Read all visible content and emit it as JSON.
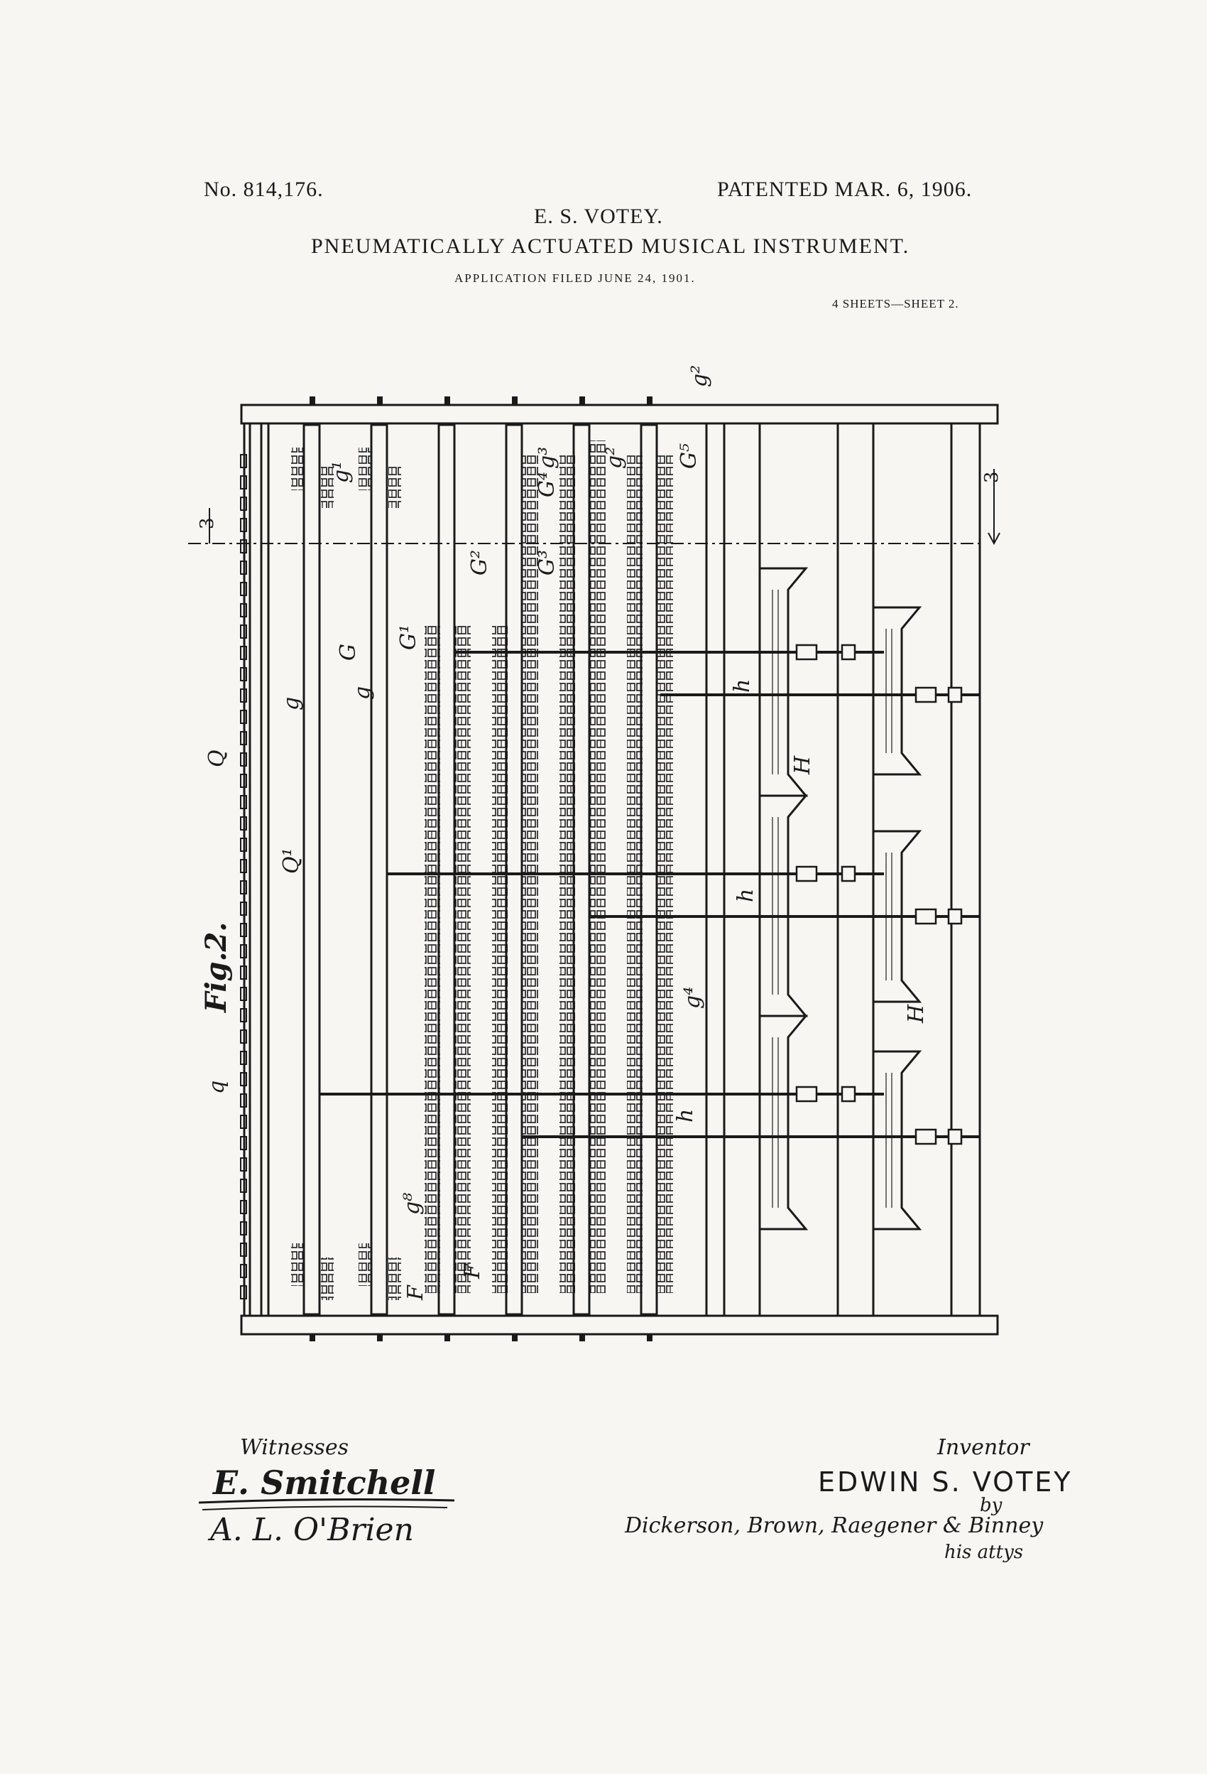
{
  "header": {
    "patent_number": "No. 814,176.",
    "patented_date": "PATENTED MAR. 6, 1906.",
    "inventor": "E. S. VOTEY.",
    "title": "PNEUMATICALLY ACTUATED MUSICAL INSTRUMENT.",
    "application": "APPLICATION FILED JUNE 24, 1901.",
    "sheets": "4 SHEETS—SHEET 2."
  },
  "figure": {
    "label": "Fig.2.",
    "section_marks": [
      "3",
      "3"
    ],
    "reference_labels": {
      "g2_top": "g²",
      "g1": "g¹",
      "g3": "g³",
      "G4_top": "G⁴",
      "G5": "G⁵",
      "g2": "g²",
      "G2": "G²",
      "G3": "G³",
      "G1": "G¹",
      "G": "G",
      "g_upper": "g",
      "g_lower": "g",
      "Q": "Q",
      "Q1": "Q¹",
      "q": "q",
      "H_upper": "H",
      "H_lower": "H",
      "h1": "h",
      "h2": "h",
      "h3": "h",
      "g8": "g⁸",
      "g4": "g⁴",
      "F1": "F",
      "F2": "F"
    }
  },
  "signatures": {
    "witnesses_label": "Witnesses",
    "witness_1": "E. Smitchell",
    "witness_2": "A. L. O'Brien",
    "inventor_label": "Inventor",
    "inventor_name": "EDWIN S. VOTEY",
    "by_label": "by",
    "attorneys": "Dickerson, Brown, Raegener & Binney",
    "attorneys_label": "his attys"
  }
}
